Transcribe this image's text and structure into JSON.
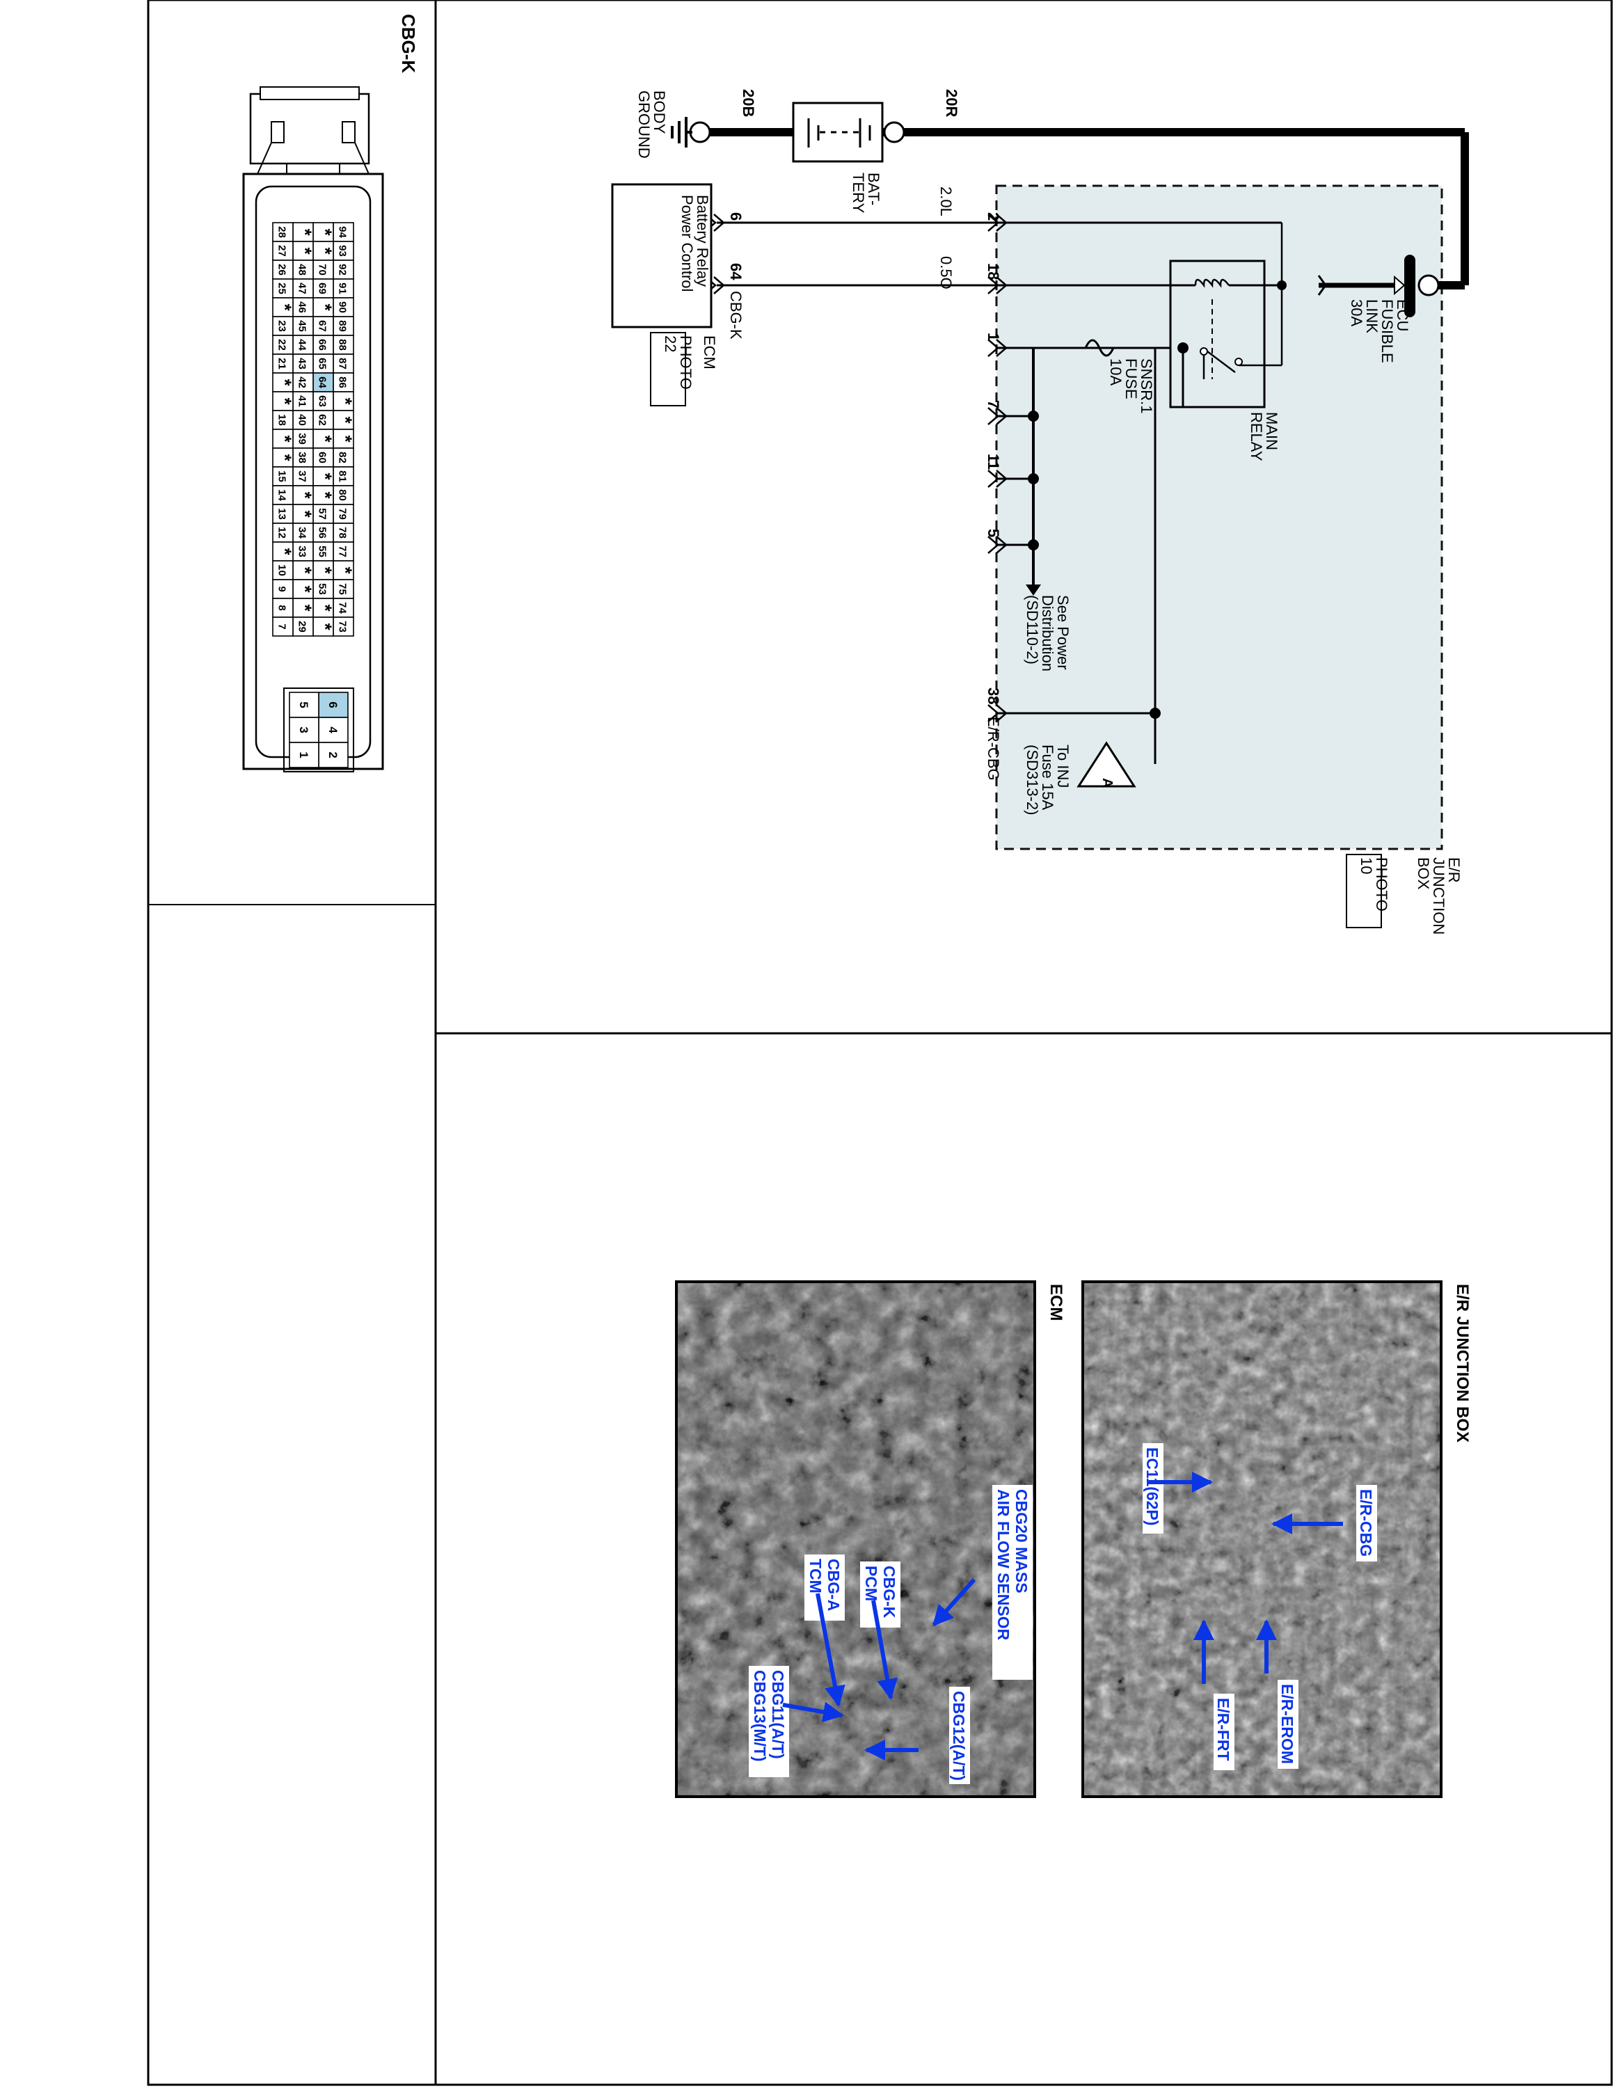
{
  "connector_panel": {
    "title": "CBG-K",
    "upper_rows": [
      [
        "94",
        "93",
        "92",
        "91",
        "90",
        "89",
        "88",
        "87",
        "86",
        "*",
        "*",
        "*",
        "82",
        "81",
        "80",
        "79",
        "78",
        "77",
        "*",
        "75",
        "74",
        "73"
      ],
      [
        "*",
        "*",
        "70",
        "69",
        "*",
        "67",
        "66",
        "65",
        "64",
        "63",
        "62",
        "*",
        "60",
        "*",
        "*",
        "57",
        "56",
        "55",
        "*",
        "53",
        "*",
        "*"
      ],
      [
        "*",
        "*",
        "48",
        "47",
        "46",
        "45",
        "44",
        "43",
        "42",
        "41",
        "40",
        "39",
        "38",
        "37",
        "*",
        "*",
        "34",
        "33",
        "*",
        "*",
        "*",
        "29"
      ],
      [
        "28",
        "27",
        "26",
        "25",
        "*",
        "23",
        "22",
        "21",
        "*",
        "*",
        "18",
        "*",
        "*",
        "15",
        "14",
        "13",
        "12",
        "*",
        "10",
        "9",
        "8",
        "7"
      ]
    ],
    "lower_rows": [
      [
        "6",
        "5"
      ],
      [
        "4",
        "3"
      ],
      [
        "2",
        "1"
      ]
    ],
    "highlight_color": "#a9d3e6"
  },
  "diagram": {
    "junction_box": {
      "label": "E/R\nJUNCTION\nBOX",
      "photo": "PHOTO\n10",
      "fill": "#e2ecef"
    },
    "ecm": {
      "label": "ECM",
      "photo": "PHOTO\n22",
      "inner": "Battery Relay\nPower Control",
      "connector": "CBG-K"
    },
    "battery": {
      "label": "BAT-\nTERY"
    },
    "body_ground": "BODY\nGROUND",
    "fusible_link": "ECU\nFUSIBLE\nLINK\n30A",
    "main_relay": "MAIN\nRELAY",
    "sensor_fuse": "SNSR.1\nFUSE\n10A",
    "wires": {
      "w20b": "20B",
      "w20r": "20R",
      "w2l": "2.0L",
      "w05o": "0.5O"
    },
    "pins": {
      "jb_2": "2",
      "jb_18": "18",
      "jb_1": "1",
      "jb_7": "7",
      "jb_11": "11",
      "jb_5": "5",
      "jb_38": "38",
      "ecm_6": "6",
      "ecm_64": "64"
    },
    "er_cbg": "E/R-CBG",
    "see_power": "See Power\nDistribution\n(SD110-2)",
    "to_inj": "To INJ\nFuse 15A\n(SD313-2)",
    "ref_a": "A"
  },
  "photos": {
    "junction_box": {
      "title": "E/R JUNCTION BOX",
      "callouts": [
        "E/R-CBG",
        "EC11(62P)",
        "E/R-EROM",
        "E/R-FRT"
      ]
    },
    "ecm": {
      "title": "ECM",
      "callouts": [
        "CBG20 MASS\nAIR FLOW SENSOR",
        "CBG-K\nPCM",
        "CBG-A\nTCM",
        "CBG12(A/T)",
        "CBG11(A/T)\nCBG13(M/T)"
      ]
    },
    "callout_blue": "#0a35e6"
  }
}
